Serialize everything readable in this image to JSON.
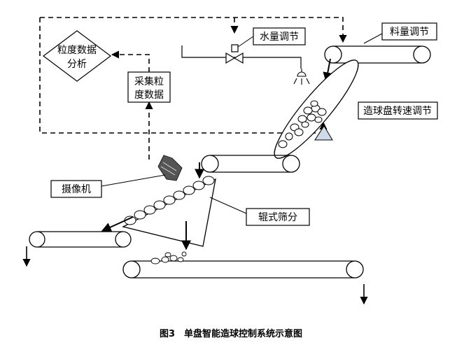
{
  "diagram": {
    "labels": {
      "granularity_analysis_line1": "粒度数据",
      "granularity_analysis_line2": "分析",
      "collect_data_line1": "采集粒",
      "collect_data_line2": "度数据",
      "water_adjust": "水量调节",
      "feed_adjust": "料量调节",
      "disc_speed_adjust": "造球盘转速调节",
      "camera": "摄像机",
      "roller_screen": "辊式筛分"
    },
    "caption": "图3　单盘智能造球控制系统示意图"
  }
}
